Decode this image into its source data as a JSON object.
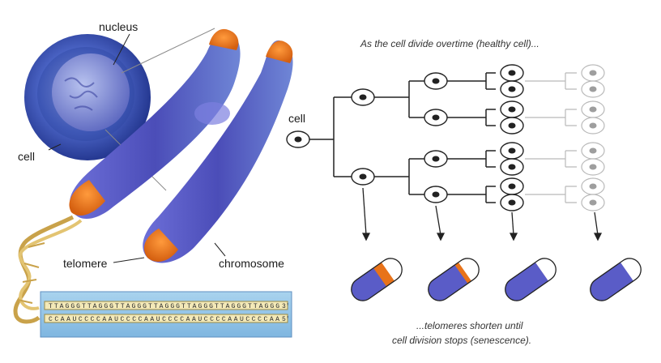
{
  "labels": {
    "nucleus": "nucleus",
    "cell_left": "cell",
    "telomere": "telomere",
    "chromosome": "chromosome",
    "cell_tree": "cell"
  },
  "captions": {
    "top": "As the cell divide overtime (healthy cell)...",
    "bottom_line1": "...telomeres shorten until",
    "bottom_line2": "cell division stops (senescence)."
  },
  "dna_strand": {
    "top": "TTAGGGTTAGGGTTAGGGTTAGGGTTAGGGTTAGGGTTAGGG",
    "bottom": "CCAAUCCCCAAUCCCCAAUCCCCAAUCCCCAAUCCCCAA",
    "end_top": "3'",
    "end_bottom": "5'"
  },
  "colors": {
    "chromosome": "#5a5cc7",
    "telomere": "#e8731a",
    "cell_outer": "#2a4ea8",
    "nucleus": "#6a78c9"
  },
  "telomere_fill_fractions": [
    0.85,
    0.6,
    0.38,
    0.15
  ]
}
